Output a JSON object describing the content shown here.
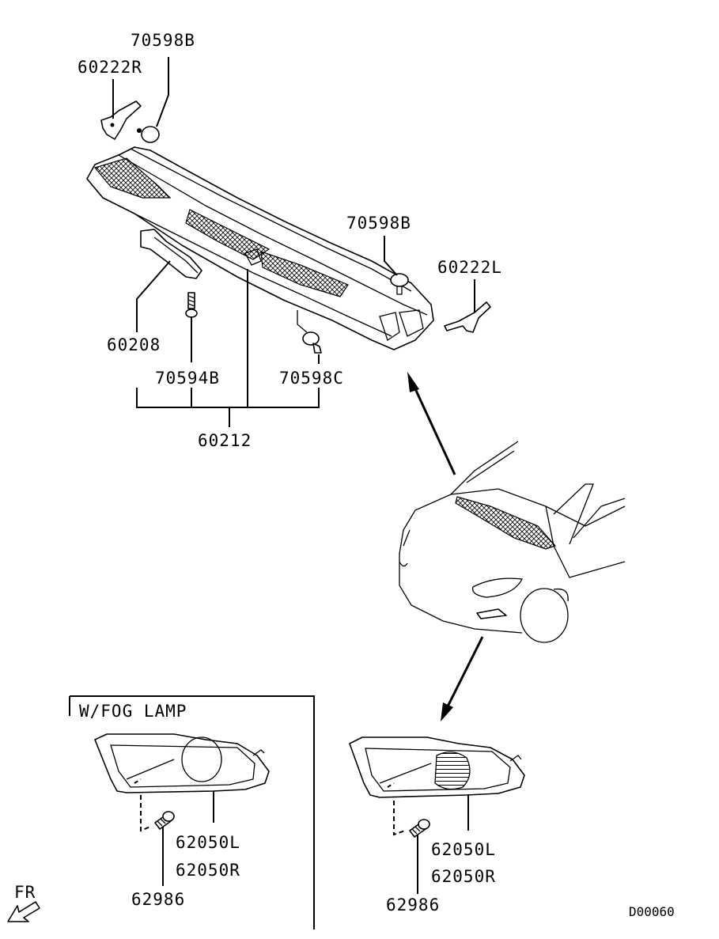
{
  "labels": {
    "p70598b_top": "70598B",
    "p60222r": "60222R",
    "p70598b_right": "70598B",
    "p60222l": "60222L",
    "p60208": "60208",
    "p70594b": "70594B",
    "p70598c": "70598C",
    "p60212": "60212",
    "fog_box_title": "W/FOG LAMP",
    "fog_62050l": "62050L",
    "fog_62050r": "62050R",
    "fog_62986": "62986",
    "std_62050l": "62050L",
    "std_62050r": "62050R",
    "std_62986": "62986",
    "front_label": "FR",
    "diagram_code": "D00060"
  }
}
